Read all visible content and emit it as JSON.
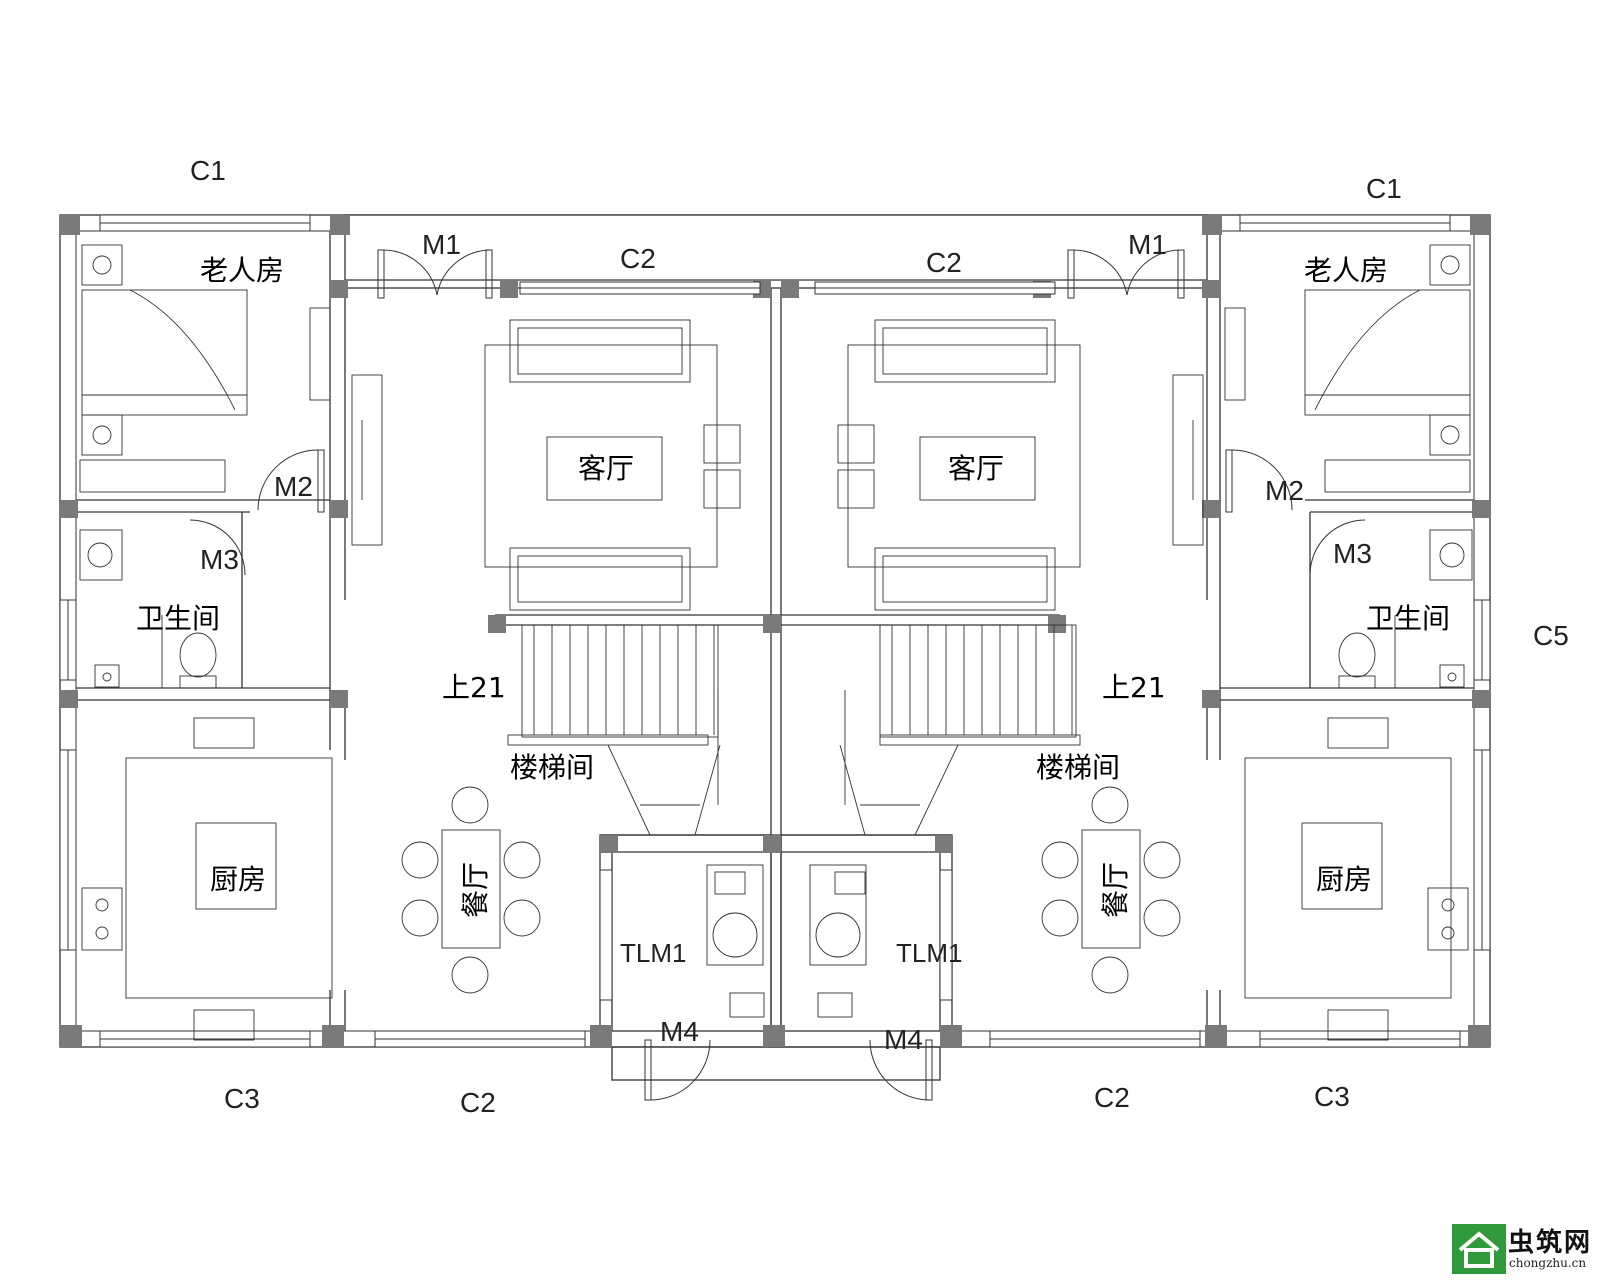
{
  "rooms": {
    "elder_left": "老人房",
    "elder_right": "老人房",
    "living_left": "客厅",
    "living_right": "客厅",
    "bath_left": "卫生间",
    "bath_right": "卫生间",
    "kitchen_left": "厨房",
    "kitchen_right": "厨房",
    "dining_left": "餐厅",
    "dining_right": "餐厅",
    "stair_left": "楼梯间",
    "stair_right": "楼梯间"
  },
  "stairs": {
    "up_left": "上21",
    "up_right": "上21"
  },
  "tags": {
    "c1_left": "C1",
    "c1_right": "C1",
    "m1_left": "M1",
    "m1_right": "M1",
    "c2_top_left": "C2",
    "c2_top_right": "C2",
    "m2_left": "M2",
    "m2_right": "M2",
    "m3_left": "M3",
    "m3_right": "M3",
    "c5_right": "C5",
    "tlm1_left": "TLM1",
    "tlm1_right": "TLM1",
    "m4_left": "M4",
    "m4_right": "M4",
    "c3_left": "C3",
    "c2_bottom_left": "C2",
    "c2_bottom_right": "C2",
    "c3_right": "C3"
  },
  "logo": {
    "name": "虫筑网",
    "url": "chongzhu.cn"
  },
  "colors": {
    "line": "#333333",
    "column": "#7a7a7a",
    "logo_green": "#2e9a3c"
  }
}
